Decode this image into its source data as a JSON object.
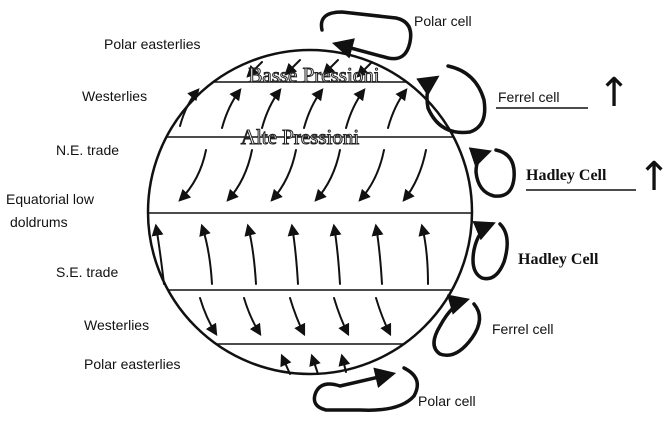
{
  "left_labels": [
    "Polar easterlies",
    "Westerlies",
    "N.E. trade",
    "Equatorial low",
    "doldrums",
    "S.E. trade",
    "Westerlies",
    "Polar easterlies"
  ],
  "globe_labels": {
    "low_pressure": "Basse Pressioni",
    "high_pressure": "Alte Pressioni"
  },
  "cells": {
    "polar_top": "Polar cell",
    "ferrel_top": "Ferrel cell",
    "hadley_top": "Hadley Cell",
    "hadley_bottom": "Hadley Cell",
    "ferrel_bottom": "Ferrel cell",
    "polar_bottom": "Polar cell"
  },
  "indicators": {
    "arrow_glyph": "↑"
  }
}
